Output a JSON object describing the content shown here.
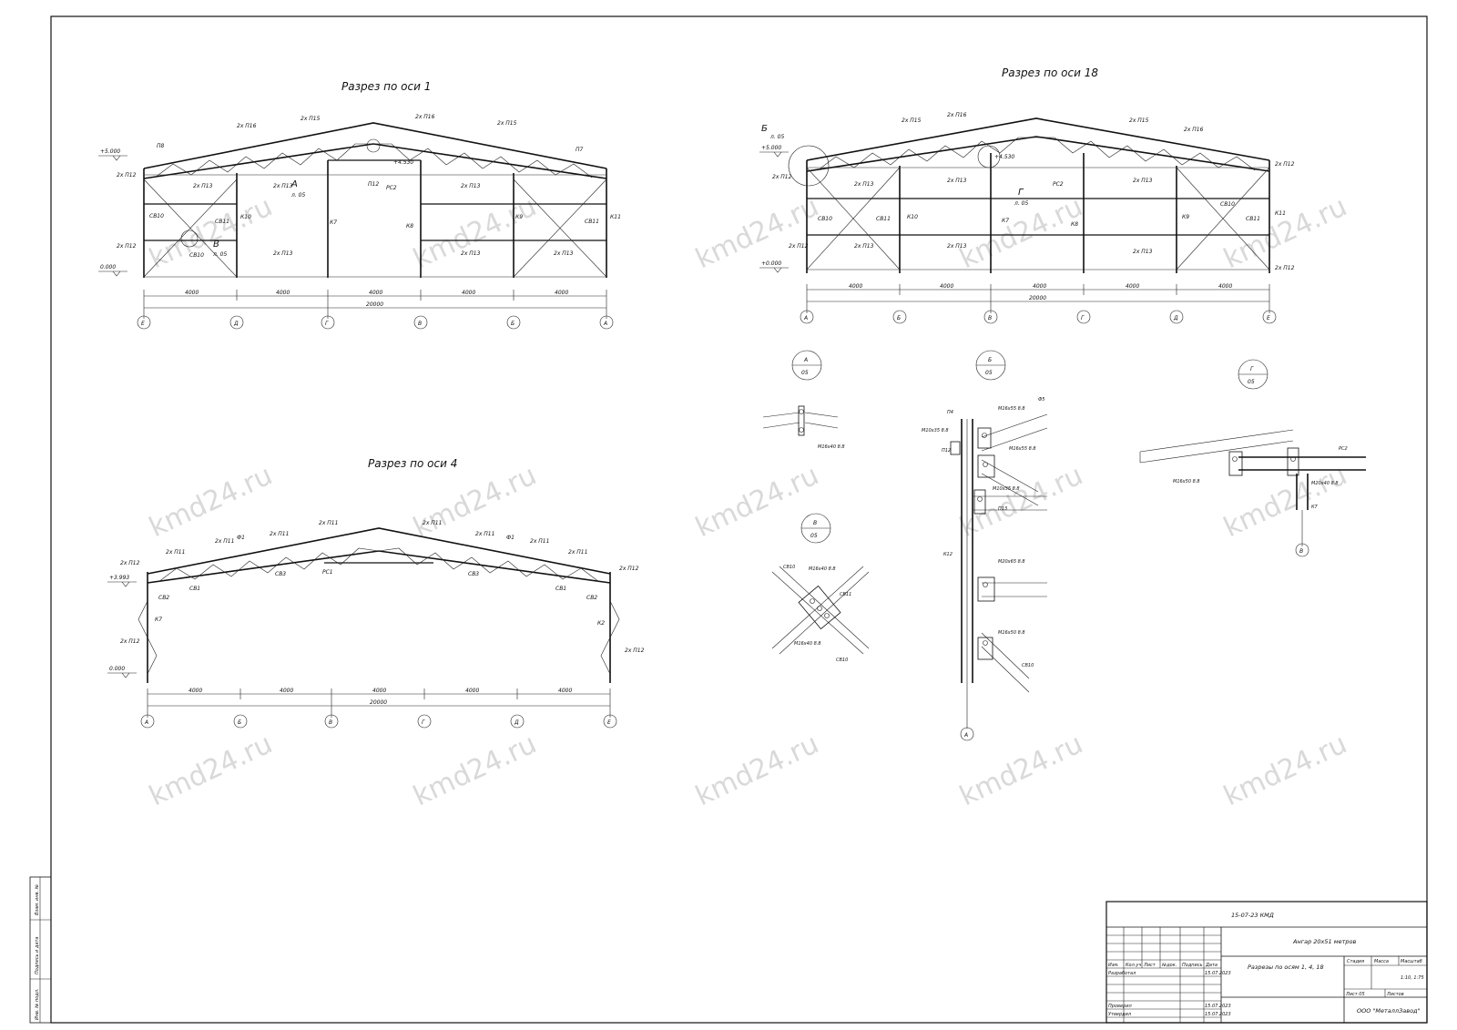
{
  "sections": {
    "axis1": {
      "title": "Разрез по оси 1"
    },
    "axis18": {
      "title": "Разрез по оси 18"
    },
    "axis4": {
      "title": "Разрез по оси 4"
    }
  },
  "elevations": {
    "top5000": "+5.000",
    "zero": "0.000",
    "plus_zero": "+0.000",
    "e4530": "+4.530",
    "e3993": "+3.993"
  },
  "dims": {
    "bay": "4000",
    "total": "20000"
  },
  "axes_1": [
    "Е",
    "Д",
    "Г",
    "В",
    "Б",
    "А"
  ],
  "axes_18": [
    "А",
    "Б",
    "В",
    "Г",
    "Д",
    "Е"
  ],
  "axes_4": [
    "А",
    "Б",
    "В",
    "Г",
    "Д",
    "Е"
  ],
  "details": {
    "A": {
      "letter": "А",
      "sheet": "05"
    },
    "B": {
      "letter": "Б",
      "sheet": "05"
    },
    "V": {
      "letter": "В",
      "sheet": "05"
    },
    "G": {
      "letter": "Г",
      "sheet": "05"
    },
    "sheet_ref": "л. 05"
  },
  "callouts": {
    "PC2": "РС2",
    "PC1": "РС1",
    "P12": "П12",
    "P13": "П13",
    "SV10": "СВ10",
    "SV11": "СВ11",
    "K7": "К7",
    "K8": "К8",
    "K9": "К9",
    "K10": "К10",
    "K11": "К11",
    "K12": "К12",
    "x2P12": "2х П12",
    "x2P13": "2х П13",
    "x2P11": "2х П11",
    "x2P15": "2х П15",
    "x2P16": "2х П16",
    "F1": "Ф1",
    "SB1": "СВ1",
    "SB2": "СВ2",
    "SB3": "СВ3",
    "K2": "К2",
    "P7": "П7",
    "P8": "П8",
    "P4": "П4",
    "bolt_16x40": "М16х40 8.8",
    "bolt_16x55": "М16х55 8.8",
    "bolt_10x35": "М10х35 8.8",
    "bolt_20x65": "М20х65 8.8",
    "bolt_16x50": "М16х50 8.8",
    "bolt_20x40": "М20х40 8.8",
    "F5": "Ф5"
  },
  "stamp": {
    "code": "15-07-23 КМД",
    "project": "Ангар 20х51 метров",
    "sheet_title": "Разрезы по осям 1, 4, 18",
    "headers": [
      "Изм.",
      "Кол.уч",
      "Лист",
      "№док.",
      "Подпись",
      "Дата"
    ],
    "rows": [
      {
        "role": "Разработал",
        "date": "15.07.2023"
      },
      {
        "role": "Проверил",
        "date": "15.07.2023"
      },
      {
        "role": "Утвердил",
        "date": "15.07.2023"
      }
    ],
    "col_stage": "Стадия",
    "col_mass": "Масса",
    "col_scale": "Масштаб",
    "scale": "1:10, 1:75",
    "sheet": "Лист 05",
    "sheets": "Листов",
    "company": "ООО \"МеталлЗавод\""
  },
  "side_stamp": [
    "Инв. № подл.",
    "Подпись и дата",
    "Взам. инв. №"
  ],
  "watermark": "kmd24.ru"
}
